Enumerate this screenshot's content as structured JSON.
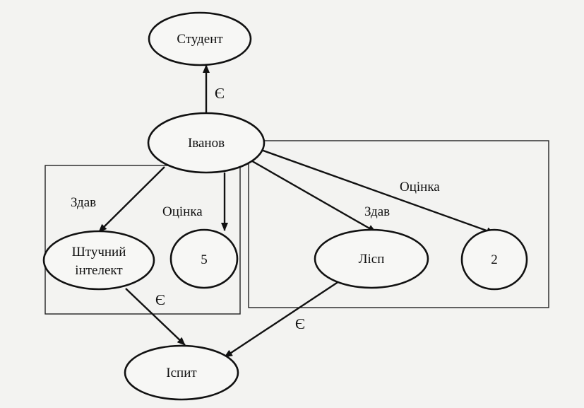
{
  "diagram": {
    "nodes": {
      "student": "Студент",
      "ivanov": "Іванов",
      "ai_line1": "Штучний",
      "ai_line2": "інтелект",
      "five": "5",
      "lisp": "Лісп",
      "two": "2",
      "exam": "Іспит"
    },
    "edge_labels": {
      "ivanov_student": "Є",
      "ivanov_ai": "Здав",
      "ivanov_five": "Оцінка",
      "ivanov_lisp": "Здав",
      "ivanov_two": "Оцінка",
      "ai_exam": "Є",
      "lisp_exam": "Є"
    },
    "colors": {
      "line": "#111111",
      "background": "#f3f3f1"
    }
  }
}
